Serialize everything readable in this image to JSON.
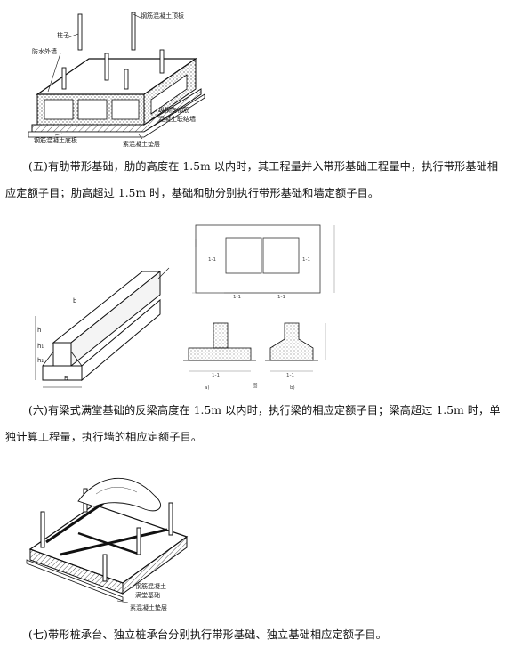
{
  "figure1": {
    "labels": {
      "top_slab": "钢筋混凝土顶板",
      "column": "柱子",
      "outer_wall": "防水外墙",
      "connect_wall_1": "纵横向钢筋",
      "connect_wall_2": "混凝土联结墙",
      "bottom_slab": "钢筋混凝土底板",
      "cushion": "素混凝土垫层"
    }
  },
  "paragraph5": "(五)有肋带形基础，肋的高度在 1.5m 以内时，其工程量并入带形基础工程量中，执行带形基础相应定额子目；肋高超过 1.5m 时，基础和肋分别执行带形基础和墙定额子目。",
  "figure2": {
    "dims": {
      "b": "b",
      "h": "h",
      "h1": "h₁",
      "h2": "h₂",
      "B": "B"
    }
  },
  "paragraph6": "(六)有梁式满堂基础的反梁高度在 1.5m 以内时，执行梁的相应定额子目；梁高超过 1.5m 时，单独计算工程量，执行墙的相应定额子目。",
  "figure3": {
    "labels": {
      "raft_1": "钢筋混凝土",
      "raft_2": "满堂基础",
      "cushion": "素混凝土垫层"
    }
  },
  "paragraph7": "(七)带形桩承台、独立桩承台分别执行带形基础、独立基础相应定额子目。"
}
